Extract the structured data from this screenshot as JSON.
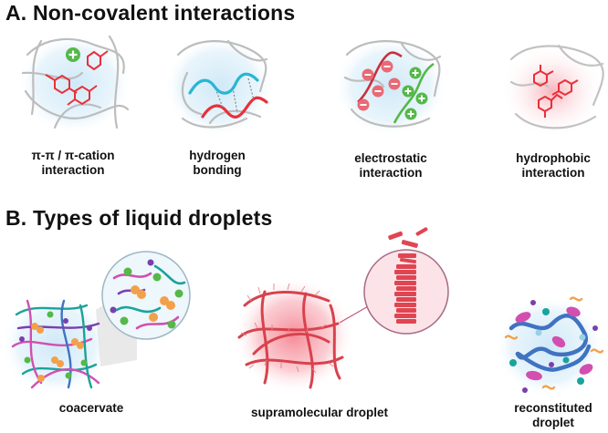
{
  "section_a": {
    "title": "A. Non-covalent interactions",
    "items": [
      {
        "line1": "π-π / π-cation",
        "line2": "interaction"
      },
      {
        "line1": "hydrogen",
        "line2": "bonding"
      },
      {
        "line1": "electrostatic",
        "line2": "interaction"
      },
      {
        "line1": "hydrophobic",
        "line2": "interaction"
      }
    ]
  },
  "section_b": {
    "title": "B. Types of liquid droplets",
    "items": [
      {
        "line1": "coacervate",
        "line2": ""
      },
      {
        "line1": "supramolecular droplet",
        "line2": ""
      },
      {
        "line1": "reconstituted",
        "line2": "droplet"
      }
    ]
  },
  "colors": {
    "red": "#e8303a",
    "cyan": "#27b6d6",
    "green": "#55b848",
    "gray_chain": "#b9b9b9",
    "glow_blue": "#d4ecf8",
    "glow_pink": "#f7a9b3",
    "purple": "#7a3fae",
    "magenta": "#d24fb0",
    "orange": "#f2a14b",
    "teal": "#1aa39b",
    "blue_chain": "#3f73c2"
  }
}
